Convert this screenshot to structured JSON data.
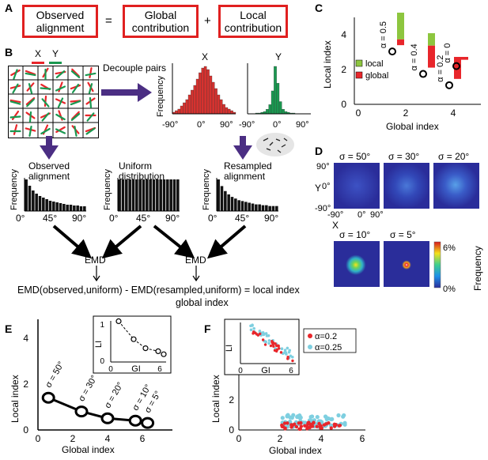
{
  "panel_a": {
    "label": "A",
    "observed": "Observed alignment",
    "equals": "=",
    "global": "Global contribution",
    "plus": "+",
    "local": "Local contribution"
  },
  "panel_b": {
    "label": "B",
    "x_tag": "X",
    "y_tag": "Y",
    "decouple": "Decouple pairs",
    "hist_x_title": "X",
    "hist_y_title": "Y",
    "frequency": "Frequency",
    "xticks_deg": [
      "-90°",
      "0°",
      "90°"
    ],
    "observed_title": "Observed alignment",
    "uniform_title": "Uniform distribution",
    "resampled_title": "Resampled alignment",
    "align_ticks": [
      "0°",
      "45°",
      "90°"
    ],
    "emd": "EMD",
    "equation": "EMD(observed,uniform) - EMD(resampled,uniform) = local index",
    "global_index": "global index"
  },
  "panel_c": {
    "label": "C",
    "ylabel": "Local index",
    "xlabel": "Global index",
    "xticks": [
      "0",
      "2",
      "4"
    ],
    "yticks": [
      "0",
      "2",
      "4"
    ],
    "legend_local": "local",
    "legend_global": "global",
    "colors": {
      "local": "#8dc63f",
      "global": "#e8262b"
    },
    "bars": [
      {
        "label": "α = 0.5",
        "global": 0.6,
        "local": 2.8
      },
      {
        "label": "α = 0.4",
        "global": 2.3,
        "local": 1.3
      },
      {
        "label": "α = 0.2",
        "global": 2.3,
        "local": 0.0
      },
      {
        "label": "α = 0",
        "global": 0.3,
        "local": 0.0
      }
    ]
  },
  "panel_d": {
    "label": "D",
    "top": [
      "σ = 50°",
      "σ = 30°",
      "σ = 20°"
    ],
    "bottom": [
      "σ = 10°",
      "σ = 5°"
    ],
    "y_axis": "Y",
    "x_axis": "X",
    "yticks": [
      "90°",
      "0°",
      "-90°"
    ],
    "xticks": [
      "-90°",
      "0°",
      "90°"
    ],
    "colorbar_top": "6%",
    "colorbar_bottom": "0%",
    "colorbar_label": "Frequency"
  },
  "panel_e": {
    "label": "E",
    "ylabel": "Local index",
    "xlabel": "Global index",
    "xticks": [
      "0",
      "2",
      "4",
      "6"
    ],
    "yticks": [
      "0",
      "2",
      "4"
    ],
    "sigma_labels": [
      "σ = 50°",
      "σ = 30°",
      "σ = 20°",
      "σ = 10°",
      "σ = 5°"
    ],
    "points": [
      [
        0.6,
        1.2
      ],
      [
        2.5,
        0.6
      ],
      [
        4.0,
        0.3
      ],
      [
        5.6,
        0.2
      ],
      [
        6.3,
        0.1
      ]
    ],
    "inset_ylabel": "LI",
    "inset_xlabel": "GI",
    "inset_ticks": [
      "0",
      "6"
    ],
    "inset_yticks": [
      "0",
      "1"
    ]
  },
  "panel_f": {
    "label": "F",
    "ylabel": "Local index",
    "xlabel": "Global index",
    "xticks": [
      "0",
      "2",
      "4",
      "6"
    ],
    "yticks": [
      "0",
      "2",
      "4",
      "6"
    ],
    "legend": [
      "α=0.2",
      "α=0.25"
    ],
    "colors": {
      "a02": "#e8262b",
      "a025": "#7ecfe0"
    },
    "inset_ylabel": "LI",
    "inset_xlabel": "GI",
    "inset_ticks": [
      "0",
      "6"
    ]
  }
}
